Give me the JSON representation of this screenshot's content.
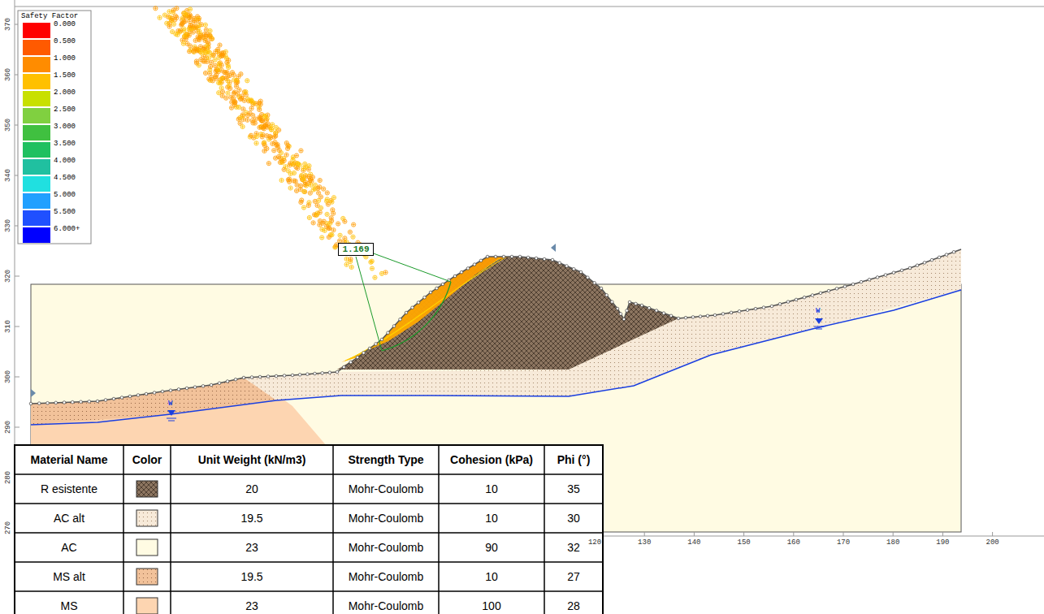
{
  "diagram": {
    "nodes": [
      {
        "text": [
          "1.169"
        ]
      }
    ],
    "labels": [
      "Safety Factor",
      "370",
      "360",
      "350",
      "340",
      "330",
      "320",
      "310",
      "300",
      "290",
      "280",
      "270",
      "120",
      "130",
      "140",
      "150",
      "160",
      "170",
      "180",
      "190",
      "200",
      "W",
      "W",
      "Material Name",
      "Color",
      "Unit Weight (kN/m3)",
      "Strength Type",
      "Cohesion (kPa)",
      "Phi (°)",
      "R esistente",
      "20",
      "Mohr-Coulomb",
      "10",
      "35",
      "AC alt",
      "19.5",
      "Mohr-Coulomb",
      "10",
      "30",
      "AC",
      "23",
      "Mohr-Coulomb",
      "90",
      "32",
      "MS alt",
      "19.5",
      "Mohr-Coulomb",
      "10",
      "27",
      "MS",
      "23",
      "Mohr-Coulomb",
      "100",
      "28"
    ],
    "legend": [
      {
        "text": "0.000",
        "color": "#ff0000"
      },
      {
        "text": "0.500",
        "color": "#ff5a00"
      },
      {
        "text": "1.000",
        "color": "#ff8c00"
      },
      {
        "text": "1.500",
        "color": "#ffc000"
      },
      {
        "text": "2.000",
        "color": "#c8e000"
      },
      {
        "text": "2.500",
        "color": "#80d040"
      },
      {
        "text": "3.000",
        "color": "#40c040"
      },
      {
        "text": "3.500",
        "color": "#20c060"
      },
      {
        "text": "4.000",
        "color": "#20c0a0"
      },
      {
        "text": "4.500",
        "color": "#20e0e0"
      },
      {
        "text": "5.000",
        "color": "#20a0ff"
      },
      {
        "text": "5.500",
        "color": "#2050ff"
      },
      {
        "text": "6.000+",
        "color": "#0000ff"
      }
    ]
  }
}
